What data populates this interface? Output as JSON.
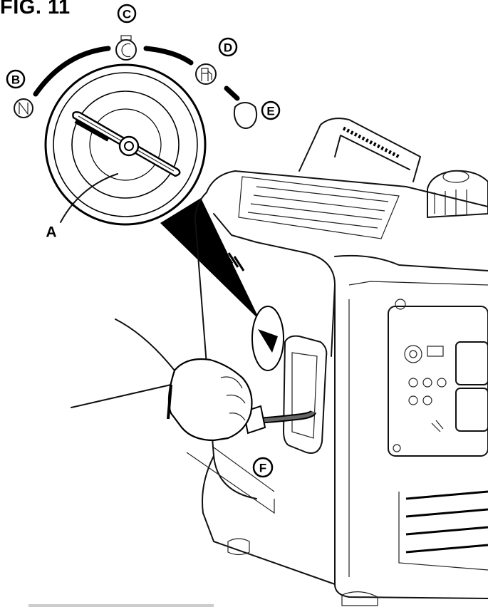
{
  "figure": {
    "title": "FIG. 11"
  },
  "callouts": {
    "a": "A",
    "b": "B",
    "c": "C",
    "d": "D",
    "e": "E",
    "f": "F"
  },
  "icons": {
    "b": "run-position-icon",
    "c": "choke-position-icon",
    "d": "fuel-position-icon",
    "e": "stop-position-icon"
  }
}
